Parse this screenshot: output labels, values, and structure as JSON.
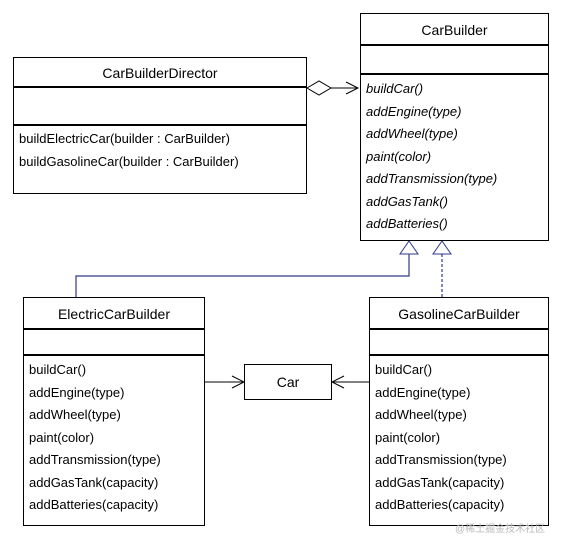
{
  "classes": {
    "car_builder": {
      "name": "CarBuilder",
      "operations": [
        "buildCar()",
        "addEngine(type)",
        "addWheel(type)",
        "paint(color)",
        "addTransmission(type)",
        "addGasTank()",
        "addBatteries()"
      ]
    },
    "car_builder_director": {
      "name": "CarBuilderDirector",
      "operations": [
        "buildElectricCar(builder : CarBuilder)",
        "buildGasolineCar(builder : CarBuilder)"
      ]
    },
    "electric_car_builder": {
      "name": "ElectricCarBuilder",
      "operations": [
        "buildCar()",
        "addEngine(type)",
        "addWheel(type)",
        "paint(color)",
        "addTransmission(type)",
        "addGasTank(capacity)",
        "addBatteries(capacity)"
      ]
    },
    "gasoline_car_builder": {
      "name": "GasolineCarBuilder",
      "operations": [
        "buildCar()",
        "addEngine(type)",
        "addWheel(type)",
        "paint(color)",
        "addTransmission(type)",
        "addGasTank(capacity)",
        "addBatteries(capacity)"
      ]
    },
    "car": {
      "name": "Car"
    }
  },
  "relationships": [
    {
      "type": "aggregation",
      "from": "CarBuilderDirector",
      "to": "CarBuilder"
    },
    {
      "type": "generalization",
      "from": "ElectricCarBuilder",
      "to": "CarBuilder"
    },
    {
      "type": "generalization",
      "from": "GasolineCarBuilder",
      "to": "CarBuilder"
    },
    {
      "type": "dependency",
      "from": "ElectricCarBuilder",
      "to": "Car"
    },
    {
      "type": "dependency",
      "from": "GasolineCarBuilder",
      "to": "Car"
    }
  ],
  "colors": {
    "line": "#000000",
    "inheritance_line": "#2e3a87",
    "background": "#ffffff"
  },
  "watermark": "@稀土掘金技术社区"
}
